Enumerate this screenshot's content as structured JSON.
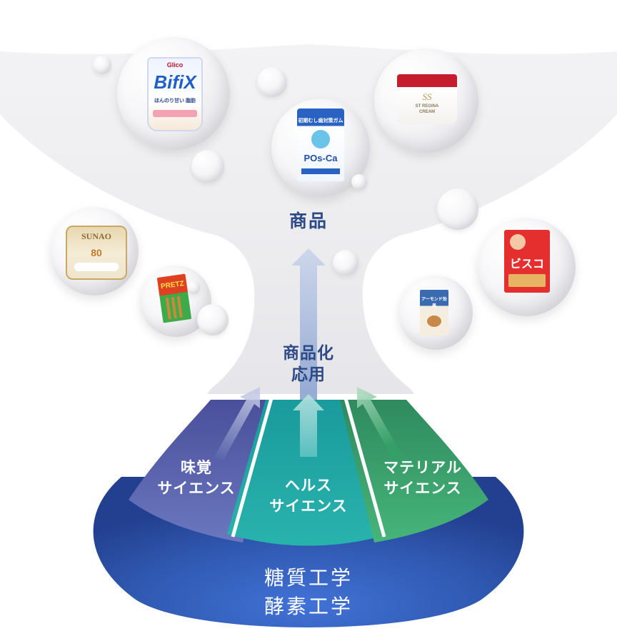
{
  "labels": {
    "product": "商品",
    "application": "商品化\n応用",
    "taste_science": "味覚\nサイエンス",
    "health_science": "ヘルス\nサイエンス",
    "material_science": "マテリアル\nサイエンス",
    "foundation": "糖質工学\n酵素工学"
  },
  "products": {
    "bifix": {
      "brand": "BifiX",
      "sub": "ほんのり甘い 脂肪",
      "top": "Glico"
    },
    "posca": {
      "brand": "POs-Ca",
      "banner": "初期むし歯対策ガム"
    },
    "regina": {
      "mark": "SS",
      "line1": "ST REGINA",
      "line2": "CREAM"
    },
    "sunao": {
      "brand": "SUNAO",
      "num": "80"
    },
    "pretz": {
      "brand": "PRETZ"
    },
    "bisco": {
      "brand": "ビスコ"
    },
    "almond": {
      "brand": "アーモンド効果"
    }
  },
  "colors": {
    "funnel": "#ececee",
    "base_light": "#3f6ed0",
    "base_dark": "#233f8f",
    "taste": "#5361a8",
    "health": "#21a7a4",
    "material": "#34a167",
    "text_dark": "#2d4a86"
  }
}
